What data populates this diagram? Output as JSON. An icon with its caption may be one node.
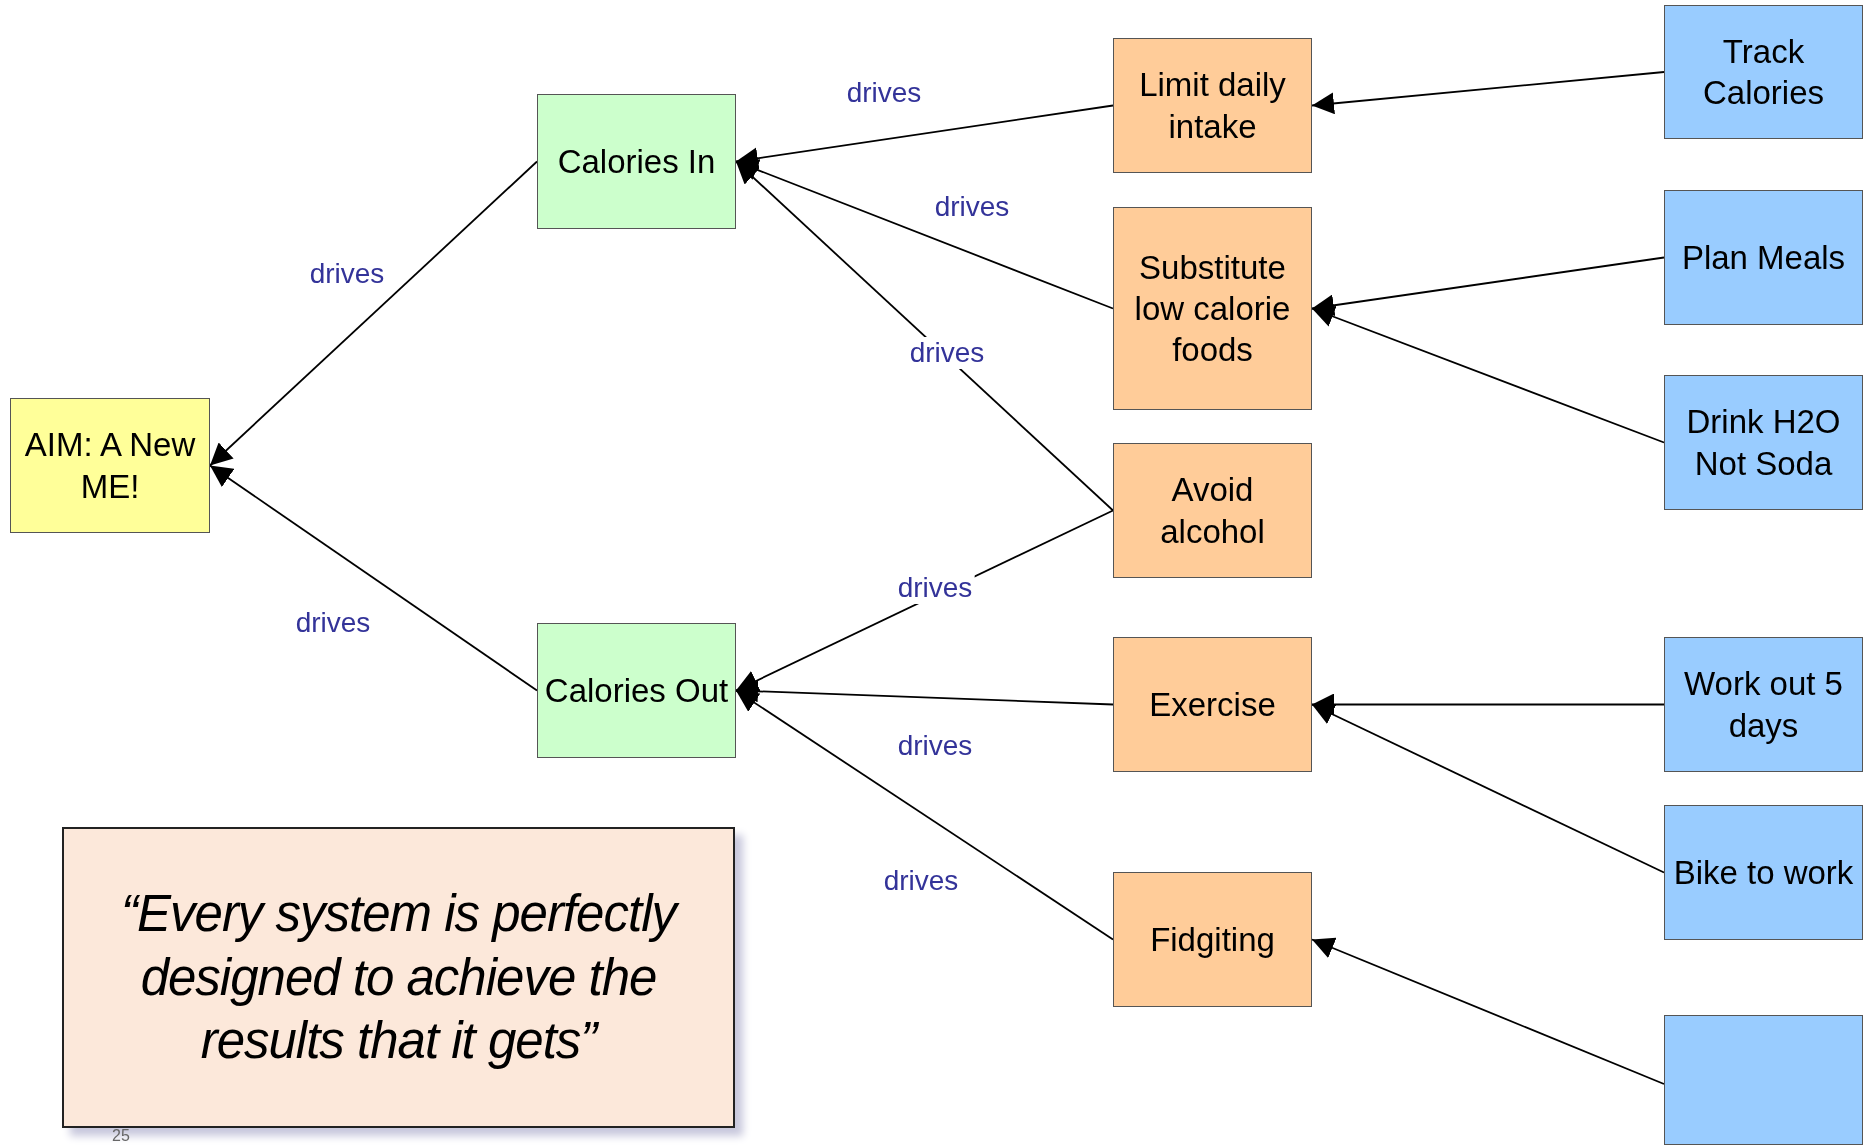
{
  "diagram": {
    "nodes": [
      {
        "text": [
          "AIM: A New ME!"
        ]
      },
      {
        "text": [
          "Calories In"
        ]
      },
      {
        "text": [
          "Calories Out"
        ]
      },
      {
        "text": [
          "Limit daily intake"
        ]
      },
      {
        "text": [
          "Substitute low calorie foods"
        ]
      },
      {
        "text": [
          "Avoid alcohol"
        ]
      },
      {
        "text": [
          "Exercise"
        ]
      },
      {
        "text": [
          "Fidgiting"
        ]
      },
      {
        "text": [
          "Track Calories"
        ]
      },
      {
        "text": [
          "Plan Meals"
        ]
      },
      {
        "text": [
          "Drink H2O Not Soda"
        ]
      },
      {
        "text": [
          "Work out 5 days"
        ]
      },
      {
        "text": [
          "Bike to work"
        ]
      },
      {
        "text": [],
        "shape": "box"
      },
      {
        "text": [
          "“Every system is perfectly designed to achieve the results that it gets”"
        ]
      }
    ],
    "edges": [
      {
        "from": 1,
        "to": 0,
        "arrow": "to",
        "label": "drives"
      },
      {
        "from": 2,
        "to": 0,
        "arrow": "to",
        "label": "drives"
      },
      {
        "from": 3,
        "to": 1,
        "arrow": "to",
        "label": "drives"
      },
      {
        "from": 4,
        "to": 1,
        "arrow": "to",
        "label": "drives"
      },
      {
        "from": 5,
        "to": 1,
        "arrow": "to",
        "label": "drives"
      },
      {
        "from": 5,
        "to": 2,
        "arrow": "to",
        "label": "drives"
      },
      {
        "from": 6,
        "to": 2,
        "arrow": "to",
        "label": "drives"
      },
      {
        "from": 7,
        "to": 2,
        "arrow": "to",
        "label": "drives"
      },
      {
        "from": 8,
        "to": 3,
        "arrow": "to"
      },
      {
        "from": 9,
        "to": 4,
        "arrow": "to"
      },
      {
        "from": 10,
        "to": 4,
        "arrow": "to"
      },
      {
        "from": 11,
        "to": 6,
        "arrow": "to"
      },
      {
        "from": 12,
        "to": 6,
        "arrow": "to"
      },
      {
        "from": 13,
        "to": 7,
        "arrow": "to"
      }
    ],
    "labels": [
      "25"
    ]
  }
}
